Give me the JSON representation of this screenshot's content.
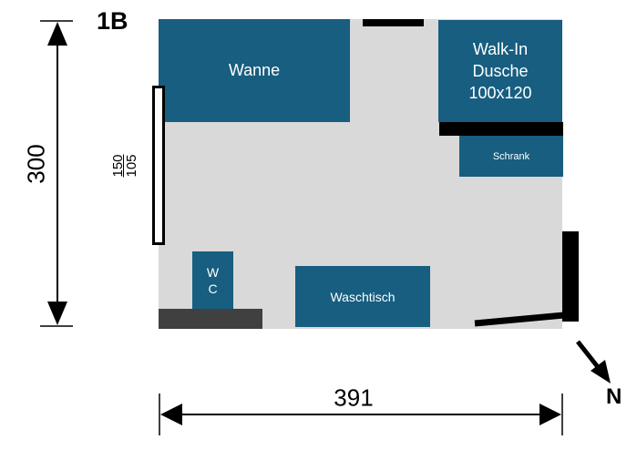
{
  "plan": {
    "label": "1B",
    "fixtures": {
      "tub": "Wanne",
      "shower_line1": "Walk-In",
      "shower_line2": "Dusche",
      "shower_line3": "100x120",
      "cabinet": "Schrank",
      "wc_line1": "W",
      "wc_line2": "C",
      "sink": "Waschtisch"
    },
    "window": {
      "top_value": "150",
      "bottom_value": "105"
    },
    "dimensions": {
      "height": "300",
      "width": "391"
    },
    "compass": "N"
  },
  "colors": {
    "fixture": "#175e80",
    "floor": "#d9d9d9",
    "wall": "#000000",
    "counter": "#404040"
  }
}
